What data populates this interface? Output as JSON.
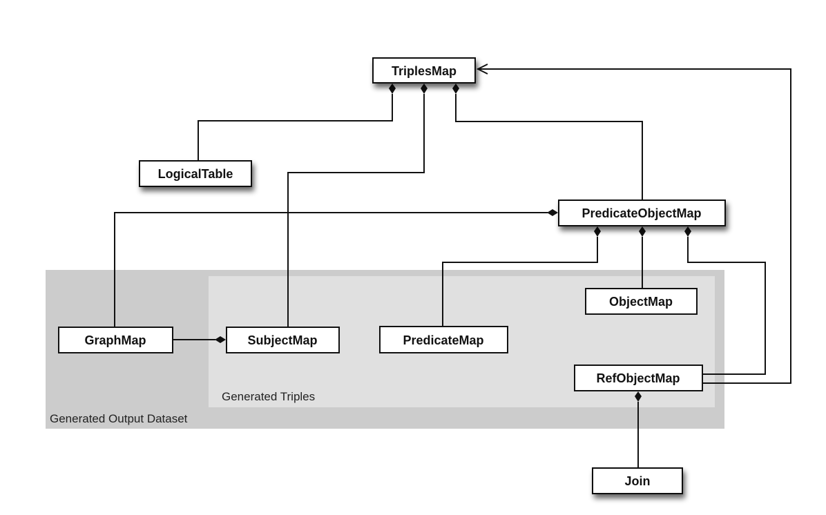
{
  "diagram": {
    "regions": {
      "outer": {
        "label": "Generated Output Dataset",
        "color": "#cccccc"
      },
      "inner": {
        "label": "Generated Triples",
        "color": "#e0e0e0"
      }
    },
    "nodes": {
      "triples_map": "TriplesMap",
      "logical_table": "LogicalTable",
      "predicate_object_map": "PredicateObjectMap",
      "object_map": "ObjectMap",
      "graph_map": "GraphMap",
      "subject_map": "SubjectMap",
      "predicate_map": "PredicateMap",
      "ref_object_map": "RefObjectMap",
      "join": "Join"
    },
    "edges": [
      {
        "from": "triples_map",
        "to": "logical_table",
        "type": "composition"
      },
      {
        "from": "triples_map",
        "to": "subject_map",
        "type": "composition"
      },
      {
        "from": "triples_map",
        "to": "predicate_object_map",
        "type": "composition"
      },
      {
        "from": "predicate_object_map",
        "to": "graph_map",
        "type": "composition"
      },
      {
        "from": "predicate_object_map",
        "to": "predicate_map",
        "type": "composition"
      },
      {
        "from": "predicate_object_map",
        "to": "object_map",
        "type": "composition"
      },
      {
        "from": "predicate_object_map",
        "to": "ref_object_map",
        "type": "composition"
      },
      {
        "from": "subject_map",
        "to": "graph_map",
        "type": "composition"
      },
      {
        "from": "ref_object_map",
        "to": "join",
        "type": "composition"
      },
      {
        "from": "ref_object_map",
        "to": "triples_map",
        "type": "association-arrow"
      }
    ]
  }
}
